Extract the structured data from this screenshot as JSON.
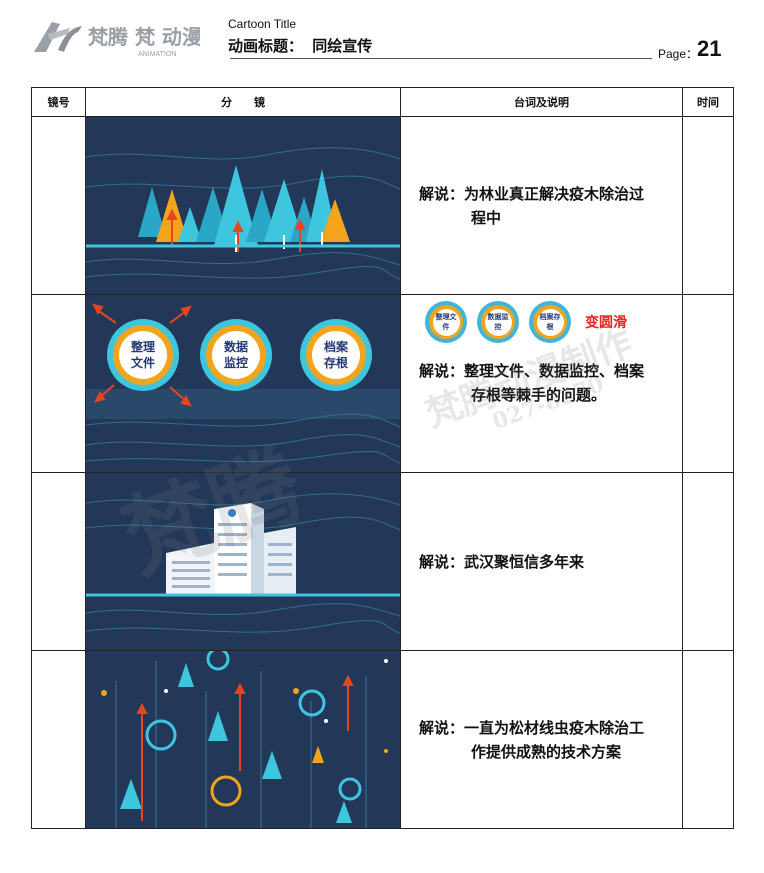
{
  "header": {
    "logo_text": "梵腾 梵 动漫",
    "logo_sub": "ANIMATION",
    "title_en": "Cartoon Title",
    "title_label": "动画标题：",
    "title_value": "同绘宣传",
    "page_label": "Page：",
    "page_number": "21"
  },
  "columns": {
    "shot": "镜号",
    "frame": "分　　镜",
    "dialogue": "台词及说明",
    "time": "时间"
  },
  "rows": [
    {
      "shot": "",
      "lead": "解说：为林业真正解决疫木除治过",
      "rest": "程中",
      "time": ""
    },
    {
      "shot": "",
      "lead": "解说：整理文件、数据监控、档案",
      "rest": "存根等棘手的问题。",
      "time": "",
      "badges": [
        "整理文件",
        "数据监控",
        "档案存根"
      ],
      "note": "变圆滑",
      "frame_labels": [
        "整理文件",
        "数据监控",
        "档案存根"
      ]
    },
    {
      "shot": "",
      "lead": "解说：武汉聚恒信多年来",
      "rest": "",
      "time": ""
    },
    {
      "shot": "",
      "lead": "解说：一直为松材线虫疫木除治工",
      "rest": "作提供成熟的技术方案",
      "time": ""
    }
  ],
  "watermark": {
    "mark": "梵腾",
    "studio": "梵腾动漫制作",
    "phone": "027-8270"
  },
  "colors": {
    "frame_bg": "#233759",
    "cyan": "#3ec6df",
    "orange": "#f2a41c",
    "red": "#e8251f"
  }
}
